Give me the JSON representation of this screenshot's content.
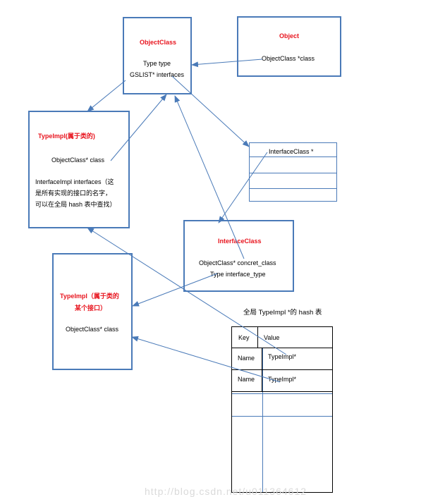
{
  "object_class": {
    "title": "ObjectClass",
    "line1": "Type type",
    "line2": "GSLIST* interfaces"
  },
  "object": {
    "title": "Object",
    "line1": "ObjectClass *class"
  },
  "typeimpl_class": {
    "title": "TypeImpl(属于类的)",
    "line1": "ObjectClass* class",
    "line2": "InterfaceImpl interfaces（这",
    "line3": "是所有实现的接口的名字，",
    "line4": "可以在全局 hash 表中查找）"
  },
  "interface_class_list": {
    "line1": "InterfaceClass *"
  },
  "interface_class": {
    "title": "InterfaceClass",
    "line1": "ObjectClass* concret_class",
    "line2": "Type interface_type"
  },
  "typeimpl_iface": {
    "title_line1": "TypeImpl（属于类的",
    "title_line2": "某个接口）",
    "line1": "ObjectClass* class"
  },
  "hash_table": {
    "caption": "全局 TypeImpl *的 hash 表",
    "header_key": "Key",
    "header_value": "Value",
    "rows": [
      {
        "key": "Name",
        "value": "TypeImpl*"
      },
      {
        "key": "Name",
        "value": "TypeImpl*"
      }
    ]
  },
  "watermark": "http://blog.csdn.net/u011364612",
  "colors": {
    "border": "#4a7ab8",
    "title_red": "#e8141e",
    "arrow": "#4a7ab8"
  }
}
